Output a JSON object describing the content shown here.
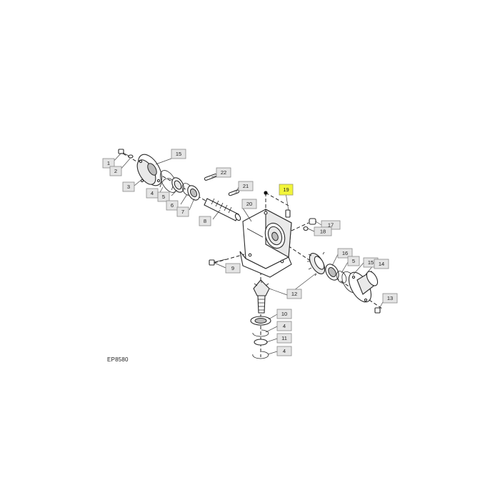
{
  "diagram": {
    "reference_code": "EP8580",
    "highlight_color": "#f2f53a",
    "callouts": [
      {
        "id": "c1",
        "label": "1"
      },
      {
        "id": "c2",
        "label": "2"
      },
      {
        "id": "c3",
        "label": "3"
      },
      {
        "id": "c4a",
        "label": "4"
      },
      {
        "id": "c5a",
        "label": "5"
      },
      {
        "id": "c6",
        "label": "6"
      },
      {
        "id": "c7",
        "label": "7"
      },
      {
        "id": "c8",
        "label": "8"
      },
      {
        "id": "c15a",
        "label": "15"
      },
      {
        "id": "c22",
        "label": "22"
      },
      {
        "id": "c21",
        "label": "21"
      },
      {
        "id": "c20",
        "label": "20"
      },
      {
        "id": "c19",
        "label": "19",
        "highlight": true
      },
      {
        "id": "c17",
        "label": "17"
      },
      {
        "id": "c18",
        "label": "18"
      },
      {
        "id": "c9",
        "label": "9"
      },
      {
        "id": "c16",
        "label": "16"
      },
      {
        "id": "c5b",
        "label": "5"
      },
      {
        "id": "c15b",
        "label": "15"
      },
      {
        "id": "c14",
        "label": "14"
      },
      {
        "id": "c12",
        "label": "12"
      },
      {
        "id": "c13",
        "label": "13"
      },
      {
        "id": "c10",
        "label": "10"
      },
      {
        "id": "c4b",
        "label": "4"
      },
      {
        "id": "c11",
        "label": "11"
      },
      {
        "id": "c4c",
        "label": "4"
      }
    ]
  }
}
